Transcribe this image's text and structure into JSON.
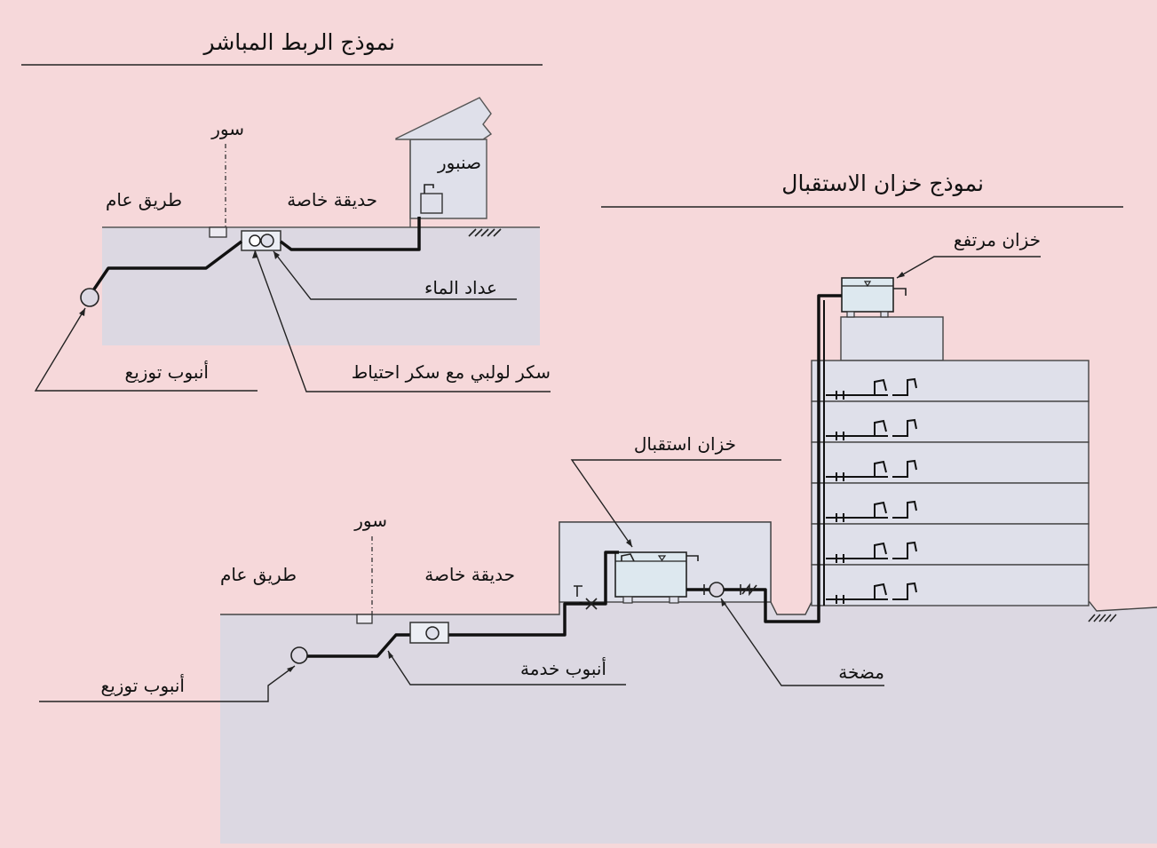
{
  "colors": {
    "background": "#f6d8da",
    "ground": "#dcd8e2",
    "building": "#dfe0ea",
    "stroke": "#222222",
    "tank": "#dde8ef"
  },
  "direct": {
    "title": "نموذج الربط المباشر",
    "fence": "سور",
    "faucet": "صنبور",
    "public_road": "طريق عام",
    "private_garden": "حديقة خاصة",
    "water_meter": "عداد الماء",
    "distribution_pipe": "أنبوب توزيع",
    "valve": "سكر لولبي مع سكر احتياط"
  },
  "tank": {
    "title": "نموذج خزان الاستقبال",
    "elevated_tank": "خزان مرتفع",
    "receiving_tank": "خزان استقبال",
    "fence": "سور",
    "public_road": "طريق عام",
    "private_garden": "حديقة خاصة",
    "distribution_pipe": "أنبوب توزيع",
    "service_pipe": "أنبوب خدمة",
    "pump": "مضخة"
  }
}
